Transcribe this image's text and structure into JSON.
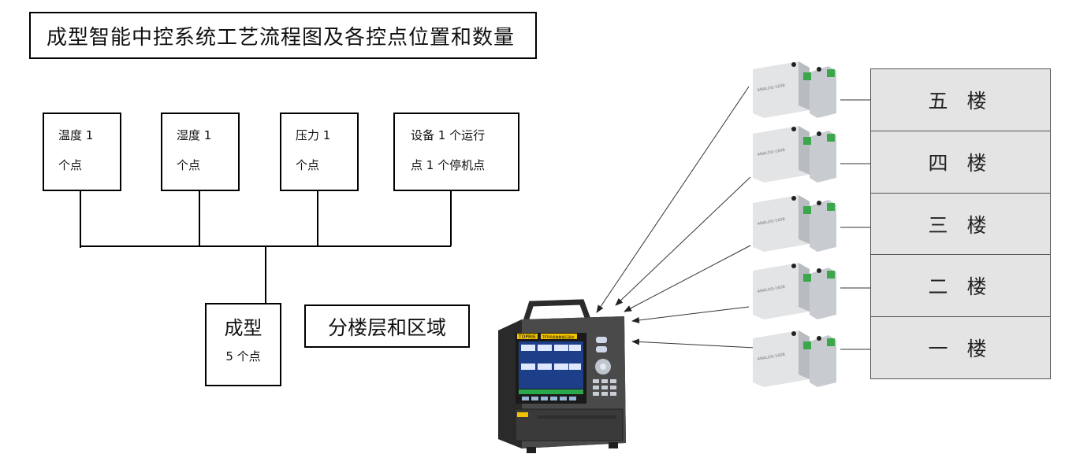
{
  "title": "成型智能中控系统工艺流程图及各控点位置和数量",
  "sensors": [
    {
      "line1": "温度 1",
      "line2": "个点"
    },
    {
      "line1": "湿度 1",
      "line2": "个点"
    },
    {
      "line1": "压力 1",
      "line2": "个点"
    },
    {
      "line1": "设备 1 个运行",
      "line2": "点 1 个停机点"
    }
  ],
  "forming": {
    "label": "成型",
    "count": "5 个点"
  },
  "region_label": "分楼层和区域",
  "floors": [
    "五 楼",
    "四 楼",
    "三 楼",
    "二 楼",
    "一 楼"
  ],
  "module_label": "ANALOG-1608",
  "recorder": {
    "brand": "TOPRIE",
    "model": "TP700多路数据记录仪"
  }
}
